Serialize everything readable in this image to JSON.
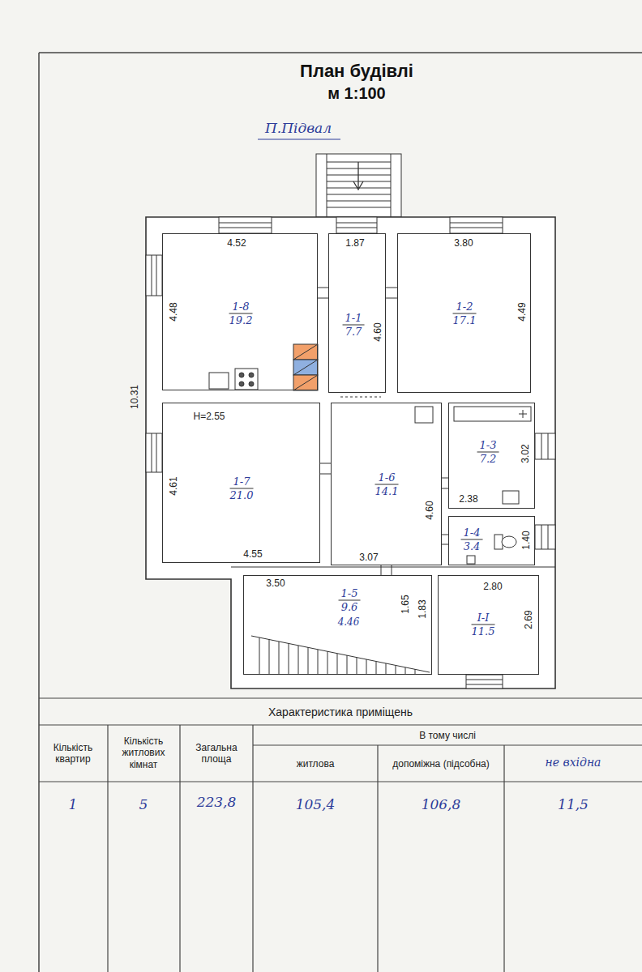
{
  "diagram": {
    "title": "План будівлі",
    "nodes": [
      {
        "text": [
          "1-8",
          "19.2"
        ]
      },
      {
        "text": [
          "1-1",
          "7.7"
        ]
      },
      {
        "text": [
          "1-2",
          "17.1"
        ]
      },
      {
        "text": [
          "1-7",
          "21.0"
        ]
      },
      {
        "text": [
          "1-6",
          "14.1"
        ]
      },
      {
        "text": [
          "1-3",
          "7.2"
        ]
      },
      {
        "text": [
          "1-4",
          "3.4"
        ]
      },
      {
        "text": [
          "1-5",
          "9.6"
        ]
      },
      {
        "text": [
          "I-I",
          "11.5"
        ]
      }
    ],
    "edges": [],
    "labels": [
      "м 1:100",
      "П.Підвал",
      "4.52",
      "1.87",
      "3.80",
      "4.48",
      "10.31",
      "4.60",
      "4.49",
      "H=2.55",
      "4.61",
      "4.60",
      "3.02",
      "2.38",
      "1.40",
      "4.55",
      "3.07",
      "3.50",
      "4.46",
      "1.65",
      "1.83",
      "2.80",
      "2.69",
      "Характеристика приміщень",
      "Кількість квартир",
      "Кількість житлових кімнат",
      "Загальна площа",
      "В тому числі",
      "житлова",
      "допоміжна (підсобна)",
      "не вхідна",
      "1",
      "5",
      "223,8",
      "105,4",
      "106,8",
      "11,5"
    ]
  }
}
